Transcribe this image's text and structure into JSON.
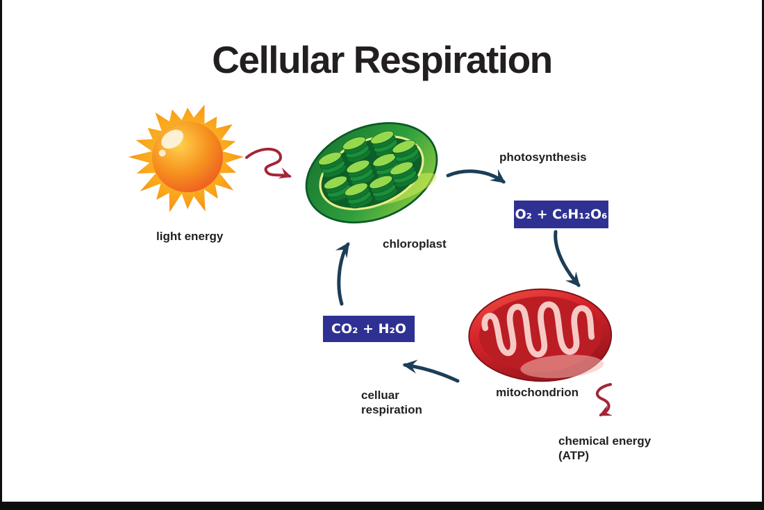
{
  "title": "Cellular Respiration",
  "labels": {
    "light_energy": "light energy",
    "chloroplast": "chloroplast",
    "photosynthesis": "photosynthesis",
    "mitochondrion": "mitochondrion",
    "cellular_respiration": {
      "line1": "celluar",
      "line2": "respiration"
    },
    "chemical_energy": {
      "line1": "chemical energy",
      "line2": "(ATP)"
    }
  },
  "formulas": {
    "photosynthesis_output": "O₂ + C₆H₁₂O₆",
    "cellular_respiration_output": "CO₂ + H₂O"
  },
  "illustrations": {
    "sun": "sun-icon",
    "chloroplast": "chloroplast-icon",
    "mitochondrion": "mitochondrion-icon"
  },
  "colors": {
    "formula_box_bg": "#2e3192",
    "arrow_navy": "#1c3e57",
    "arrow_red": "#a32638",
    "text": "#231f20"
  }
}
